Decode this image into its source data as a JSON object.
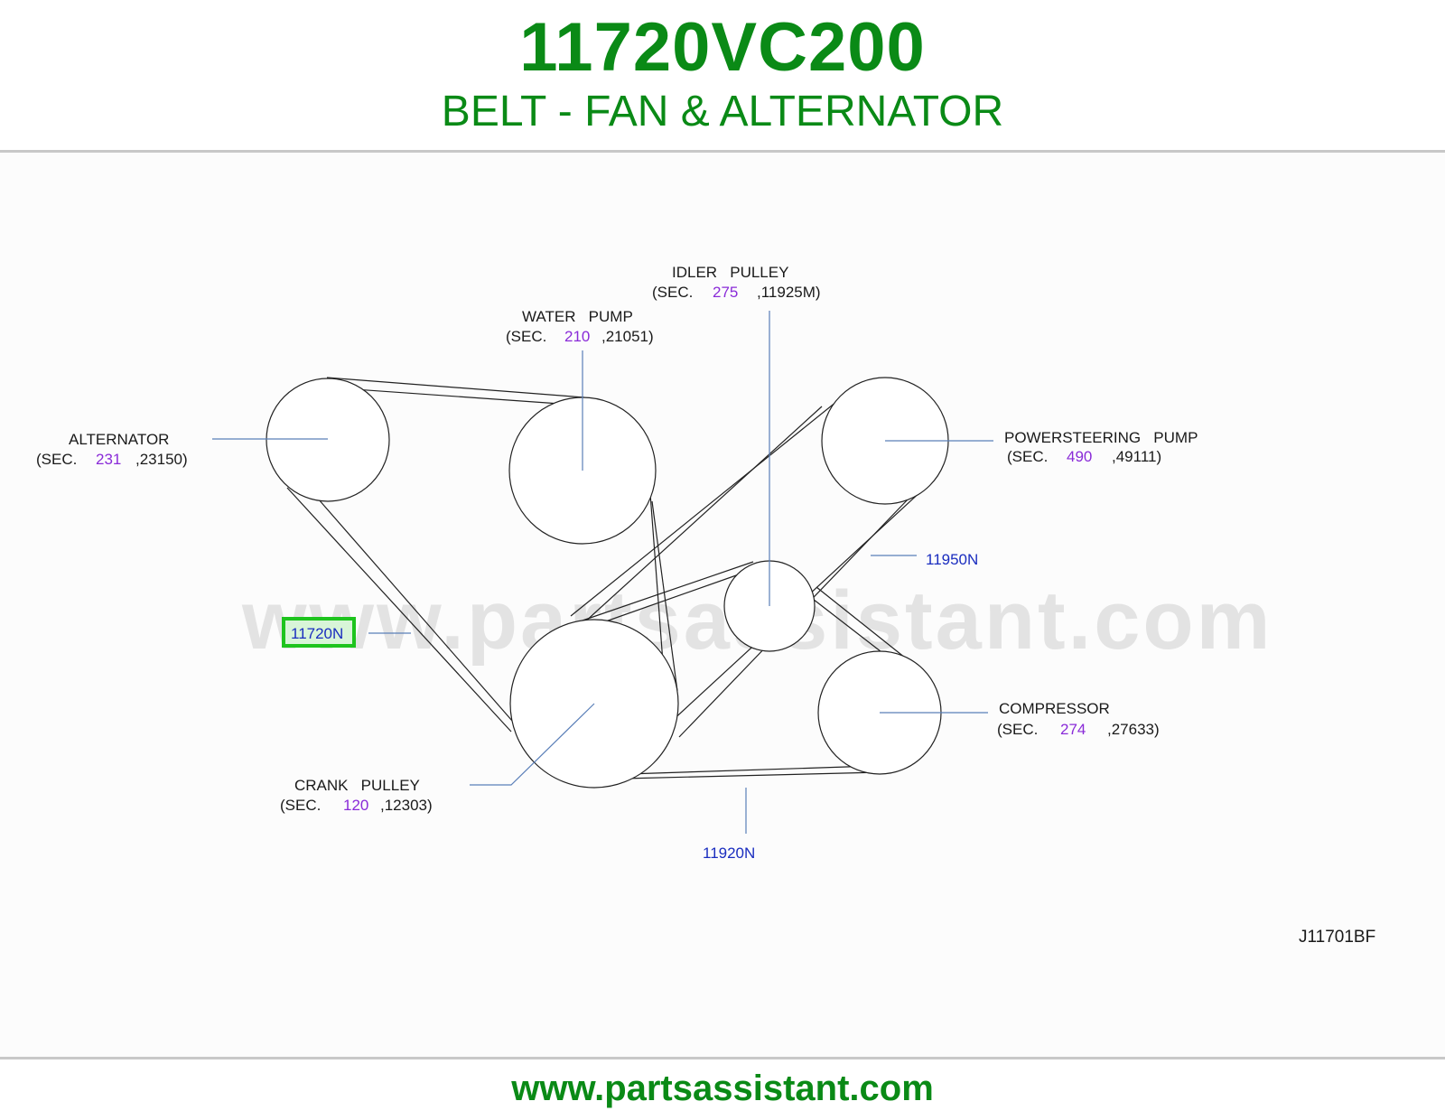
{
  "header": {
    "part_number": "11720VC200",
    "part_title": "BELT - FAN & ALTERNATOR"
  },
  "diagram": {
    "watermark": "www.partsassistant.com",
    "components": {
      "alternator": {
        "name": "ALTERNATOR",
        "sec_prefix": "(SEC.",
        "sec": "231",
        "code": ",23150)"
      },
      "water_pump": {
        "name": "WATER   PUMP",
        "sec_prefix": "(SEC.",
        "sec": "210",
        "code": ",21051)"
      },
      "idler_pulley": {
        "name": "IDLER   PULLEY",
        "sec_prefix": "(SEC.",
        "sec": "275",
        "code": ",11925M)"
      },
      "powersteering_pump": {
        "name": "POWERSTEERING   PUMP",
        "sec_prefix": "(SEC.",
        "sec": "490",
        "code": ",49111)"
      },
      "compressor": {
        "name": "COMPRESSOR",
        "sec_prefix": "(SEC.",
        "sec": "274",
        "code": ",27633)"
      },
      "crank_pulley": {
        "name": "CRANK   PULLEY",
        "sec_prefix": "(SEC.",
        "sec": "120",
        "code": ",12303)"
      }
    },
    "callouts": {
      "belt_fan_alternator": "11720N",
      "belt_powersteering": "11950N",
      "belt_compressor": "11920N"
    },
    "drawing_code": "J11701BF",
    "highlight_color": "#1ec41e"
  },
  "footer": {
    "url": "www.partsassistant.com"
  },
  "colors": {
    "brand": "#0a8a16",
    "sec_link": "#8a2bd8",
    "ref_link": "#1a2dbf"
  }
}
